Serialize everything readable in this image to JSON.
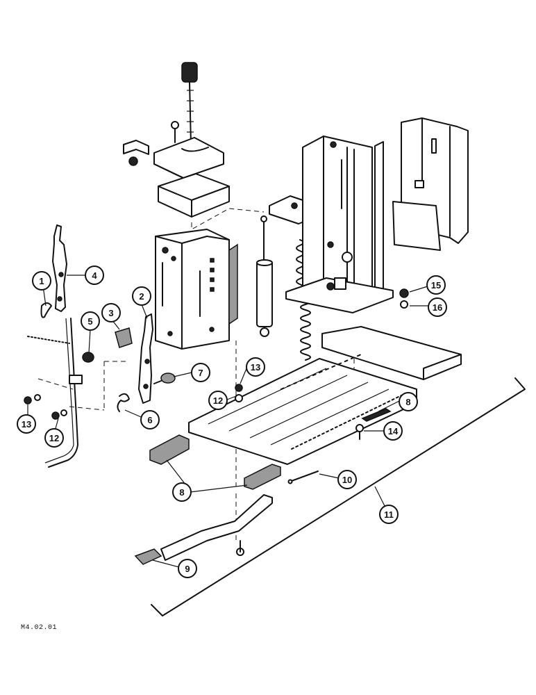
{
  "drawing_id": "M4.02.01",
  "callouts": [
    {
      "id": "c1",
      "text": "1"
    },
    {
      "id": "c2",
      "text": "2"
    },
    {
      "id": "c3",
      "text": "3"
    },
    {
      "id": "c4",
      "text": "4"
    },
    {
      "id": "c5",
      "text": "5"
    },
    {
      "id": "c6",
      "text": "6"
    },
    {
      "id": "c7",
      "text": "7"
    },
    {
      "id": "c8a",
      "text": "8"
    },
    {
      "id": "c8b",
      "text": "8"
    },
    {
      "id": "c9",
      "text": "9"
    },
    {
      "id": "c10",
      "text": "10"
    },
    {
      "id": "c11",
      "text": "11"
    },
    {
      "id": "c12a",
      "text": "12"
    },
    {
      "id": "c12b",
      "text": "12"
    },
    {
      "id": "c13a",
      "text": "13"
    },
    {
      "id": "c13b",
      "text": "13"
    },
    {
      "id": "c14",
      "text": "14"
    },
    {
      "id": "c15",
      "text": "15"
    },
    {
      "id": "c16",
      "text": "16"
    }
  ]
}
